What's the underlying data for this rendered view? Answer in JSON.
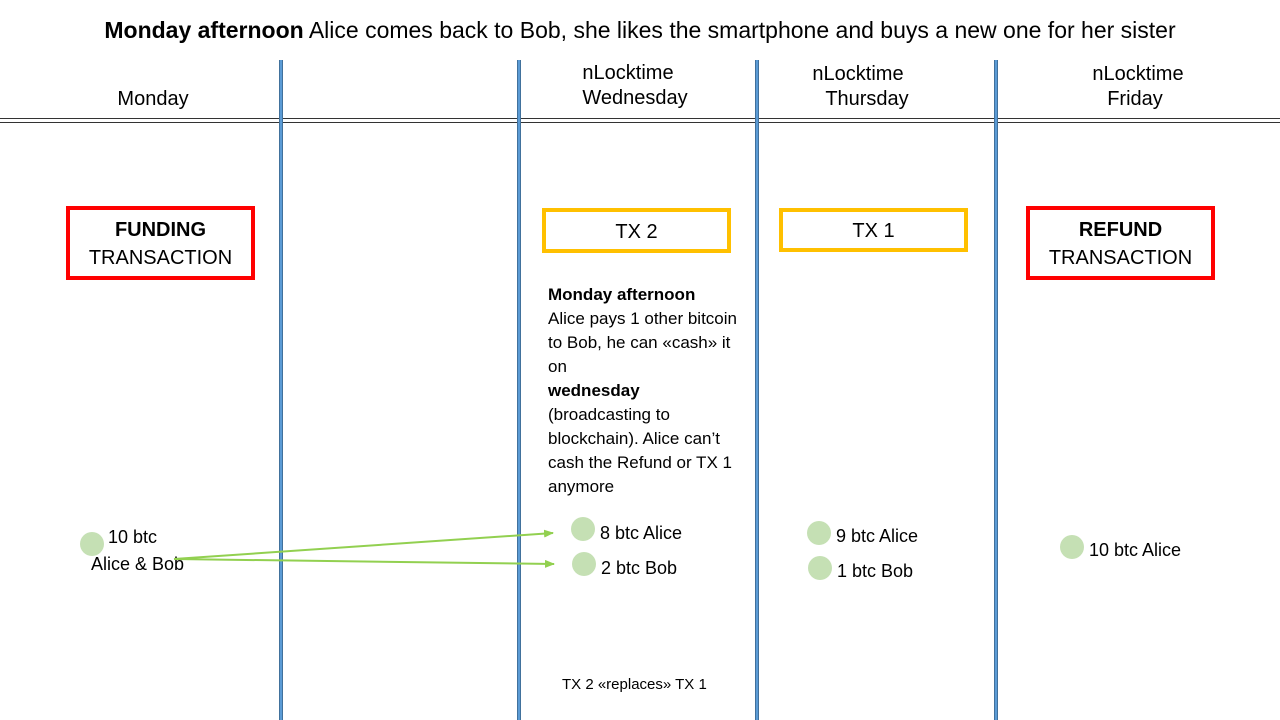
{
  "title": {
    "bold": "Monday afternoon",
    "rest": " Alice comes back to Bob, she likes the smartphone and buys a new one for her sister"
  },
  "columns": {
    "monday": "Monday",
    "wednesday": {
      "line1": "nLocktime",
      "line2": "Wednesday"
    },
    "thursday": {
      "line1": "nLocktime",
      "line2": "Thursday"
    },
    "friday": {
      "line1": "nLocktime",
      "line2": "Friday"
    }
  },
  "boxes": {
    "funding": {
      "line1": "FUNDING",
      "line2": "TRANSACTION"
    },
    "tx2": "TX 2",
    "tx1": "TX 1",
    "refund": {
      "line1": "REFUND",
      "line2": "TRANSACTION"
    }
  },
  "note": {
    "head": "Monday afternoon",
    "p1": "Alice pays 1 other bitcoin to Bob, he can «cash» it on",
    "bold2": "wednesday",
    "p2": "(broadcasting to blockchain). Alice can’t cash the Refund or TX 1 anymore"
  },
  "outputs": {
    "funding": {
      "line1": "10 btc",
      "line2": "Alice & Bob"
    },
    "tx2_alice": "8 btc Alice",
    "tx2_bob": "2 btc Bob",
    "tx1_alice": "9 btc Alice",
    "tx1_bob": "1 btc Bob",
    "refund_alice": "10 btc Alice"
  },
  "footer": "TX 2 «replaces» TX 1",
  "colors": {
    "timeline": "#5b9bd5",
    "funding_refund_border": "#ff0000",
    "tx_border": "#ffc000",
    "output_dot": "#c5e0b4",
    "arrow": "#92d050"
  }
}
